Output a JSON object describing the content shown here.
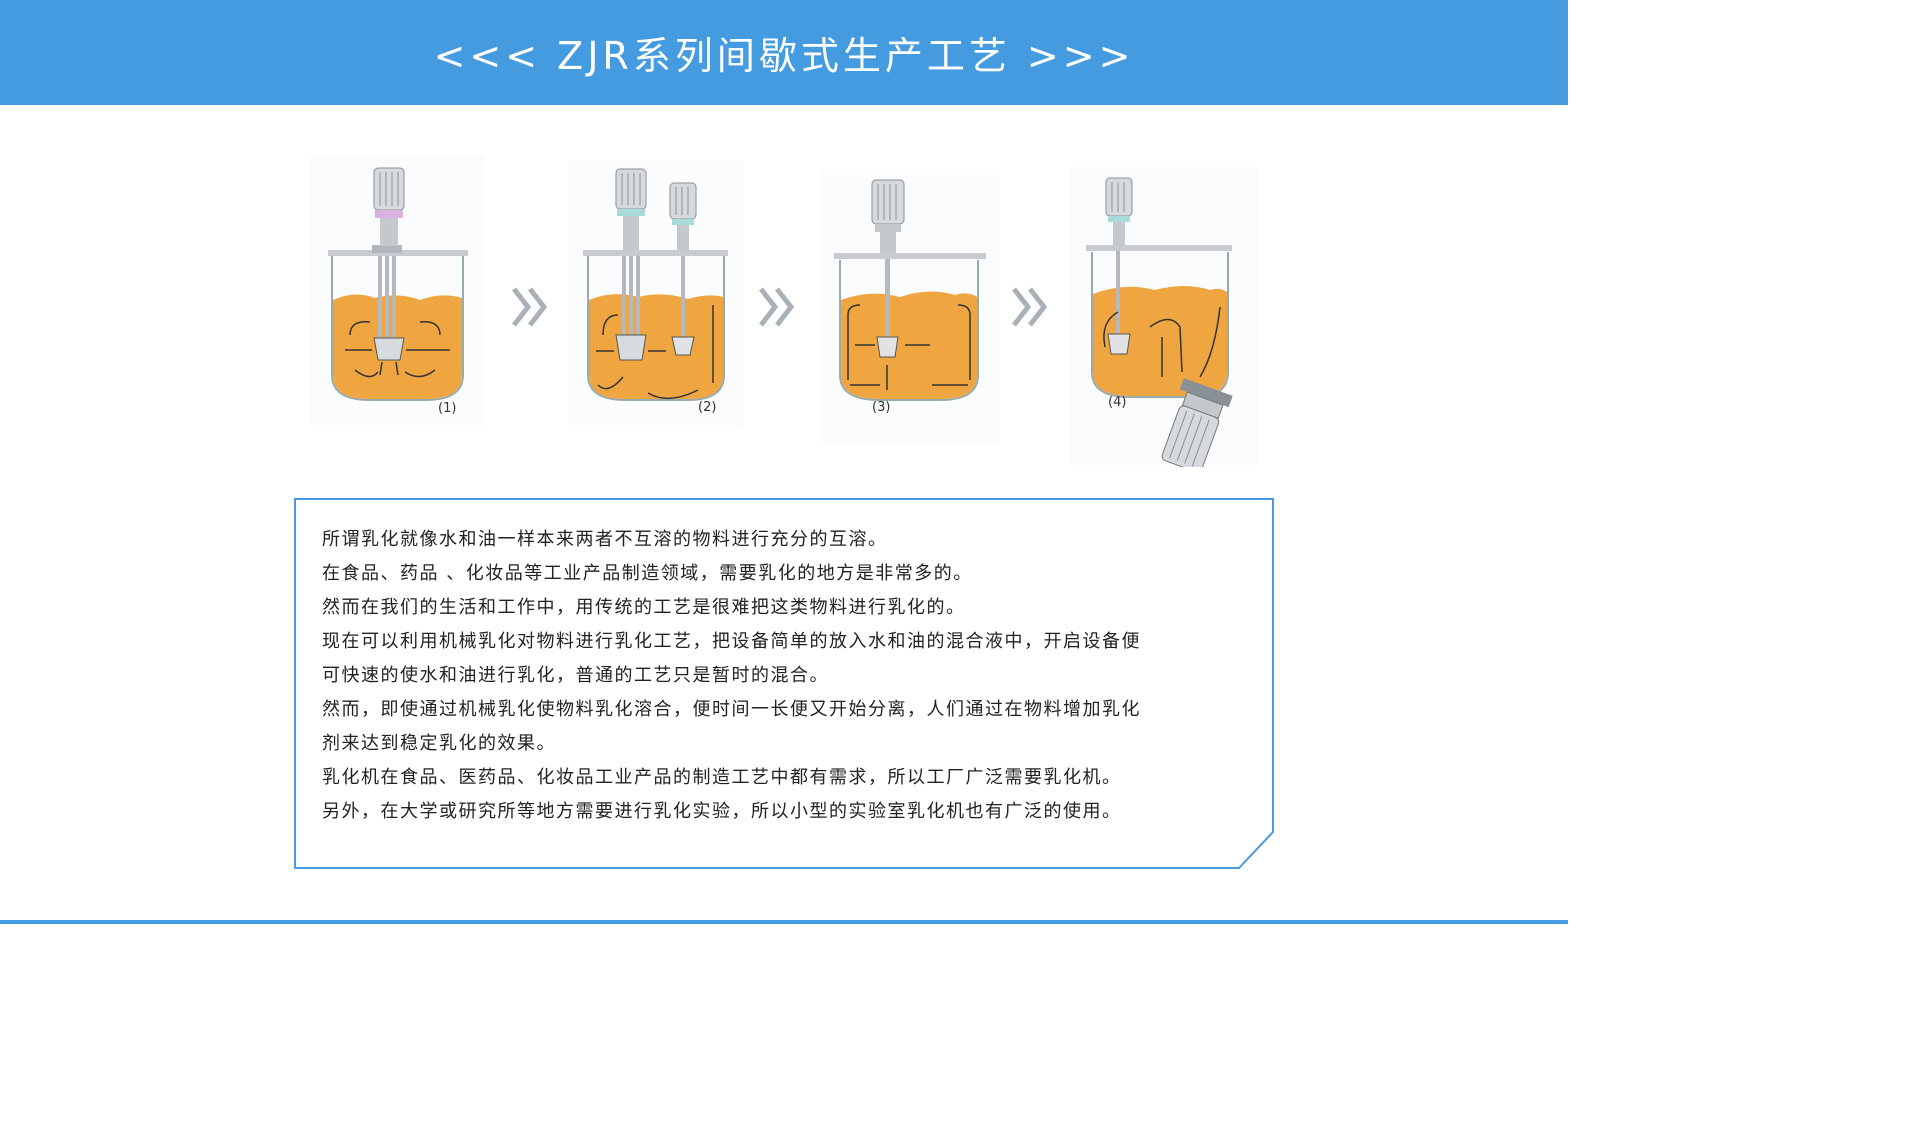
{
  "title": "<<< ZJR系列间歇式生产工艺 >>>",
  "colors": {
    "banner": "#449be0",
    "liquid": "#f0a640",
    "border": "#4a9be0"
  },
  "steps": [
    {
      "label": "(1)"
    },
    {
      "label": "(2)"
    },
    {
      "label": "(3)"
    },
    {
      "label": "(4)"
    }
  ],
  "arrow_glyph": "»",
  "description": {
    "lines": [
      "所谓乳化就像水和油一样本来两者不互溶的物料进行充分的互溶。",
      "在食品、药品 、化妆品等工业产品制造领域，需要乳化的地方是非常多的。",
      "然而在我们的生活和工作中，用传统的工艺是很难把这类物料进行乳化的。",
      "现在可以利用机械乳化对物料进行乳化工艺，把设备简单的放入水和油的混合液中，开启设备便",
      "可快速的使水和油进行乳化，普通的工艺只是暂时的混合。",
      "然而，即使通过机械乳化使物料乳化溶合，便时间一长便又开始分离，人们通过在物料增加乳化",
      "剂来达到稳定乳化的效果。",
      "乳化机在食品、医药品、化妆品工业产品的制造工艺中都有需求，所以工厂广泛需要乳化机。",
      "另外，在大学或研究所等地方需要进行乳化实验，所以小型的实验室乳化机也有广泛的使用。"
    ]
  }
}
